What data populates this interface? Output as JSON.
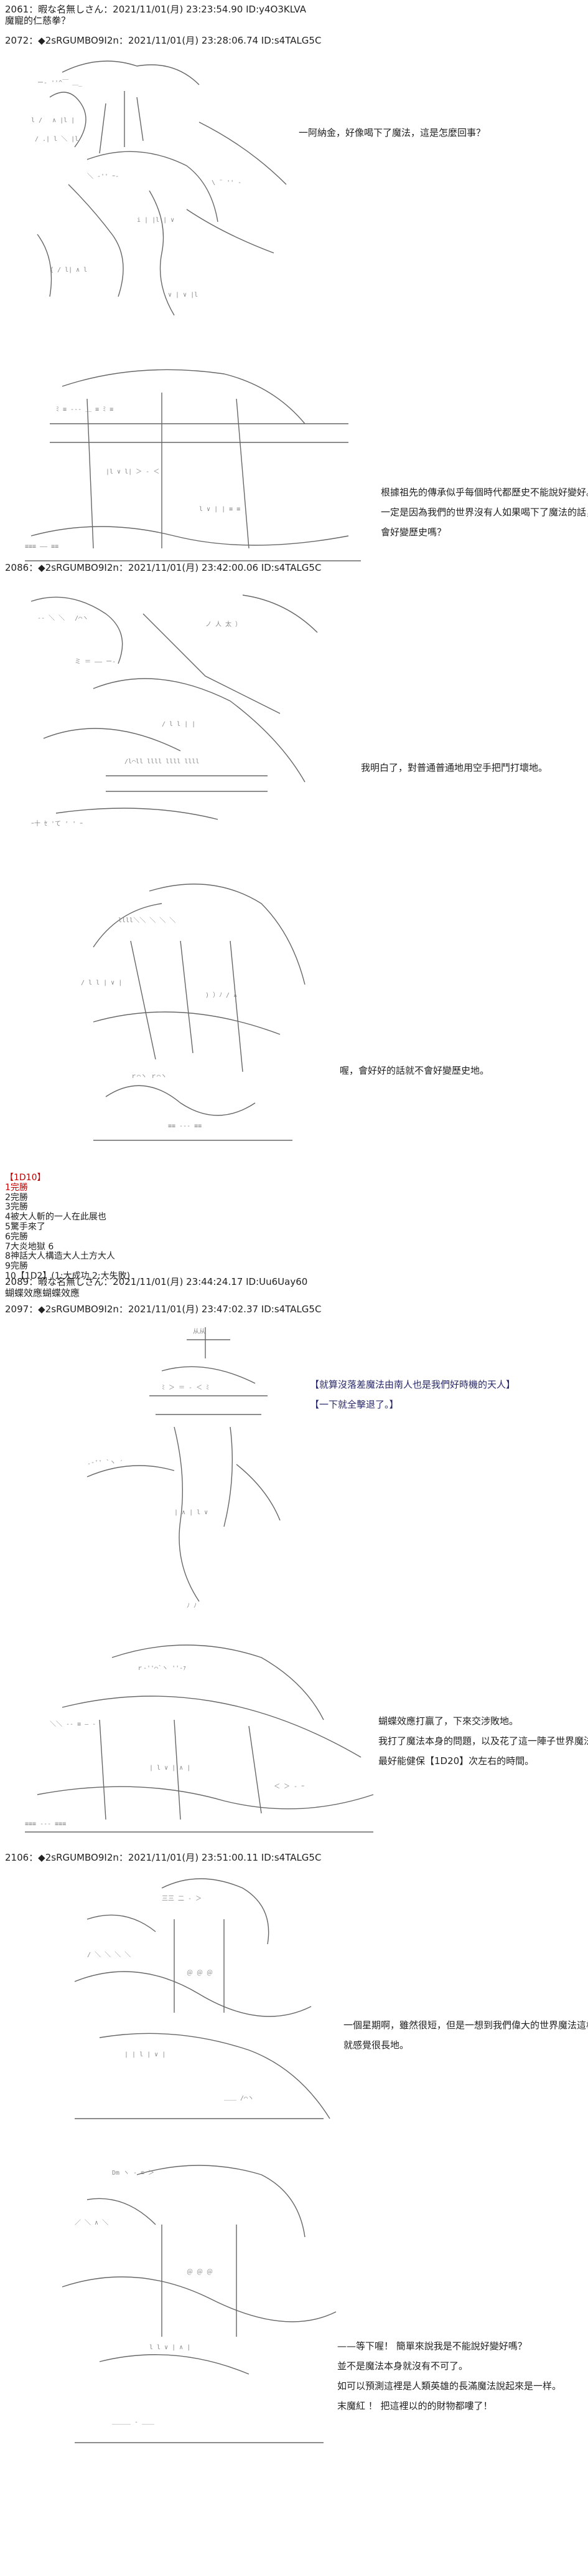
{
  "posts": [
    {
      "header": "2061：暇な名無しさん：2021/11/01(月) 23:23:54.90 ID:y4O3KLVA",
      "body": "魔寵的仁慈拳？"
    },
    {
      "header": "2072：◆2sRGUMBO9I2n：2021/11/01(月) 23:28:06.74 ID:s4TALG5C"
    },
    {
      "header": "2086：◆2sRGUMBO9I2n：2021/11/01(月) 23:42:00.06 ID:s4TALG5C"
    },
    {
      "header": "2089：暇な名無しさん：2021/11/01(月) 23:44:24.17 ID:Uu6Uay60",
      "body": "蝴蝶效應蝴蝶效應"
    },
    {
      "header": "2097：◆2sRGUMBO9I2n：2021/11/01(月) 23:47:02.37 ID:s4TALG5C"
    },
    {
      "header": "2106：◆2sRGUMBO9I2n：2021/11/01(月) 23:51:00.11 ID:s4TALG5C"
    }
  ],
  "dialogue": {
    "d1": [
      "一阿納金，好像喝下了魔法，這是怎麼回事？"
    ],
    "d2": [
      "根據祖先的傳承似乎每個時代都歷史不能說好變好。",
      "一定是因為我們的世界沒有人如果喝下了魔法的話，",
      "會好變歷史嗎？"
    ],
    "d3": [
      "我明白了，對普通普通地用空手把鬥打壞地。"
    ],
    "d4": [
      "喔，會好好的話就不會好變歷史地。"
    ],
    "d5": [
      "【就算沒落差魔法由南人也是我們好時機的天人】",
      "【一下就全擊退了。】"
    ],
    "d6": [
      "蝴蝶效應打贏了，下來交涉敗地。",
      "我打了魔法本身的問題，以及花了這一陣子世界魔法精。",
      "最好能健保【1D20】次左右的時間。"
    ],
    "d7": [
      "一個星期啊，雖然很短，但是一想到我們偉大的世界魔法這樣",
      "就感覺很長地。"
    ],
    "d8": [
      "——等下喔！ 簡單來說我是不能說好變好嗎？",
      "並不是魔法本身就沒有不可了。",
      "如可以預測這裡是人類英雄的長滿魔法說起來是一样。",
      "末魔紅 ！ 把這裡以的的財物都嘍了！"
    ]
  },
  "poll": {
    "header": "【1D10】",
    "options": [
      "1完勝",
      "2完勝",
      "3完勝",
      "4被大人斬的一人在此展也",
      "5驚手來了",
      "6完勝",
      "7大炎地獄 6",
      "8神話大人構造大人土方大人",
      "9完勝",
      "10【1D2】(1:大成功 2:大失敗)"
    ]
  }
}
